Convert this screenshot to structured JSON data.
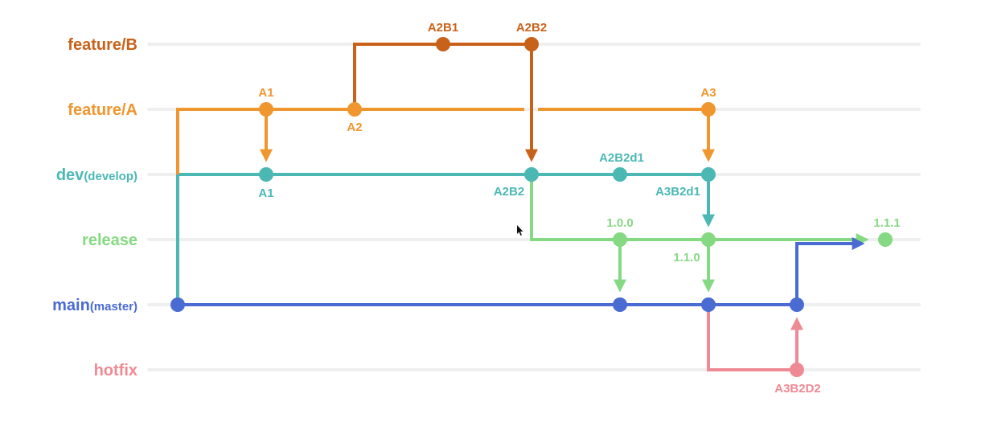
{
  "colors": {
    "feature_b": "#C8621A",
    "feature_a": "#F0962E",
    "dev": "#4BB8B4",
    "release": "#85D982",
    "main": "#4A6BD2",
    "hotfix": "#EE8A94",
    "lane_rule": "#EFEFEF"
  },
  "lanes": [
    {
      "id": "feature_b",
      "label": "feature/B",
      "sub": ""
    },
    {
      "id": "feature_a",
      "label": "feature/A",
      "sub": ""
    },
    {
      "id": "dev",
      "label": "dev",
      "sub": "(develop)"
    },
    {
      "id": "release",
      "label": "release",
      "sub": ""
    },
    {
      "id": "main",
      "label": "main",
      "sub": "(master)"
    },
    {
      "id": "hotfix",
      "label": "hotfix",
      "sub": ""
    }
  ],
  "commits": [
    {
      "id": "fa-a1",
      "lane": "feature_a",
      "label": "A1"
    },
    {
      "id": "fa-a2",
      "lane": "feature_a",
      "label": "A2"
    },
    {
      "id": "fa-a3",
      "lane": "feature_a",
      "label": "A3"
    },
    {
      "id": "fb-a2b1",
      "lane": "feature_b",
      "label": "A2B1"
    },
    {
      "id": "fb-a2b2",
      "lane": "feature_b",
      "label": "A2B2"
    },
    {
      "id": "dev-a1",
      "lane": "dev",
      "label": "A1"
    },
    {
      "id": "dev-a2b2",
      "lane": "dev",
      "label": "A2B2"
    },
    {
      "id": "dev-a2b2d1",
      "lane": "dev",
      "label": "A2B2d1"
    },
    {
      "id": "dev-a3b2d1",
      "lane": "dev",
      "label": "A3B2d1"
    },
    {
      "id": "rel-100",
      "lane": "release",
      "label": "1.0.0"
    },
    {
      "id": "rel-110",
      "lane": "release",
      "label": "1.1.0"
    },
    {
      "id": "rel-111",
      "lane": "release",
      "label": "1.1.1"
    },
    {
      "id": "main-start",
      "lane": "main",
      "label": ""
    },
    {
      "id": "main-merge-100",
      "lane": "main",
      "label": ""
    },
    {
      "id": "main-merge-110",
      "lane": "main",
      "label": ""
    },
    {
      "id": "main-hotfix-merge",
      "lane": "main",
      "label": ""
    },
    {
      "id": "hf-a3b2d2",
      "lane": "hotfix",
      "label": "A3B2D2"
    }
  ]
}
